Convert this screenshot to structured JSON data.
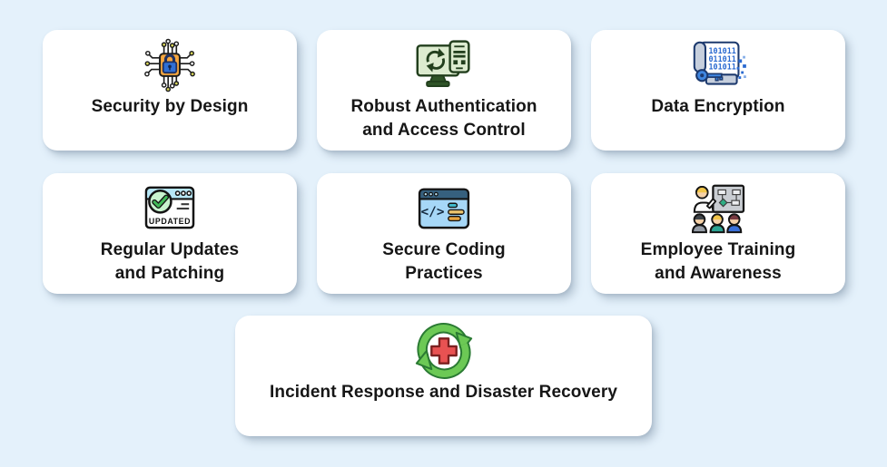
{
  "page": {
    "background_color": "#e4f1fb",
    "card_color": "#ffffff",
    "text_color": "#161616"
  },
  "cards": [
    {
      "id": "security-by-design",
      "icon": "circuit-lock-icon",
      "lines": [
        "Security by Design"
      ]
    },
    {
      "id": "robust-authentication",
      "icon": "monitor-sync-icon",
      "lines": [
        "Robust Authentication",
        "and Access Control"
      ]
    },
    {
      "id": "data-encryption",
      "icon": "binary-scroll-key-icon",
      "lines": [
        "Data Encryption"
      ]
    },
    {
      "id": "regular-updates",
      "icon": "updated-browser-icon",
      "lines": [
        "Regular Updates",
        "and Patching"
      ]
    },
    {
      "id": "secure-coding",
      "icon": "code-window-icon",
      "lines": [
        "Secure Coding",
        "Practices"
      ]
    },
    {
      "id": "employee-training",
      "icon": "training-presentation-icon",
      "lines": [
        "Employee Training",
        "and Awareness"
      ]
    },
    {
      "id": "incident-response",
      "icon": "recovery-sync-cross-icon",
      "lines": [
        "Incident Response and Disaster Recovery"
      ]
    }
  ],
  "icon_text": {
    "updated_label": "UPDATED",
    "code_glyph": "</>",
    "binary_rows": [
      "101011",
      "011011",
      "101011"
    ]
  },
  "icon_colors": {
    "lock_chip_orange": "#f6a73f",
    "lock_blue": "#2f6fd6",
    "monitor_green_fill": "#dcebcf",
    "monitor_green_dark": "#223f1d",
    "encryption_blue": "#2a6ad0",
    "scroll_grey": "#c6cfdd",
    "update_header_blue": "#b7e7f6",
    "check_green": "#41b957",
    "code_body_blue": "#a6d7f7",
    "code_header_slate": "#36607e",
    "bar_teal": "#41bccf",
    "bar_tan": "#ecc36d",
    "bar_orange": "#e8a33e",
    "arrow_green": "#6cc955",
    "arrow_green_dark": "#2a7a33",
    "cross_red": "#e85252"
  }
}
